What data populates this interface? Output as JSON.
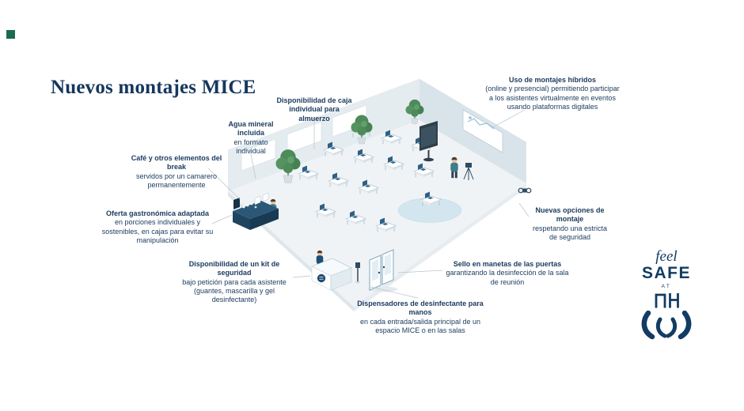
{
  "page": {
    "title": "Nuevos montajes MICE"
  },
  "annotations": [
    {
      "id": "cafe",
      "bold": "Café y otros elementos del break",
      "rest": "servidos por un camarero permanentemente"
    },
    {
      "id": "agua",
      "bold": "Agua mineral incluida",
      "rest": "en formato individual"
    },
    {
      "id": "caja",
      "bold": "Disponibilidad de caja individual para almuerzo",
      "rest": ""
    },
    {
      "id": "hibridos",
      "bold": "Uso de montajes híbridos",
      "rest": "(online y presencial) permitiendo participar a los asistentes virtualmente en eventos usando plataformas digitales"
    },
    {
      "id": "oferta",
      "bold": "Oferta gastronómica adaptada",
      "rest": "en porciones individuales y sostenibles, en cajas para evitar su manipulación"
    },
    {
      "id": "kit",
      "bold": "Disponibilidad de un kit de seguridad",
      "rest": "bajo petición para cada asistente (guantes, mascarilla y gel desinfectante)"
    },
    {
      "id": "montaje",
      "bold": "Nuevas opciones de montaje",
      "rest": "respetando una estricta de seguridad"
    },
    {
      "id": "sello",
      "bold": "Sello en manetas de las puertas",
      "rest": "garantizando la desinfección de la sala de reunión"
    },
    {
      "id": "dispensadores",
      "bold": "Dispensadores de desinfectante para manos",
      "rest": "en cada entrada/salida principal de un espacio MICE o en las salas"
    }
  ],
  "logo": {
    "feel": "feel",
    "safe": "SAFE",
    "at": "AT",
    "brand": "NH"
  },
  "icons": {
    "nh_monogram": "ΠH",
    "hands": "open-hands",
    "corner_marker": "green-square"
  },
  "colors": {
    "navy_text": "#1a3a5e",
    "title_navy": "#15375d",
    "logo_navy": "#123c63",
    "wall_left": "#e4ecf0",
    "wall_right": "#d9e4ea",
    "floor": "#f0f3f5",
    "rug_blue": "#d3e5ef",
    "chair_blue": "#2d6086",
    "plant_green": "#4e8a5a",
    "accent_green": "#1d6b4e"
  }
}
